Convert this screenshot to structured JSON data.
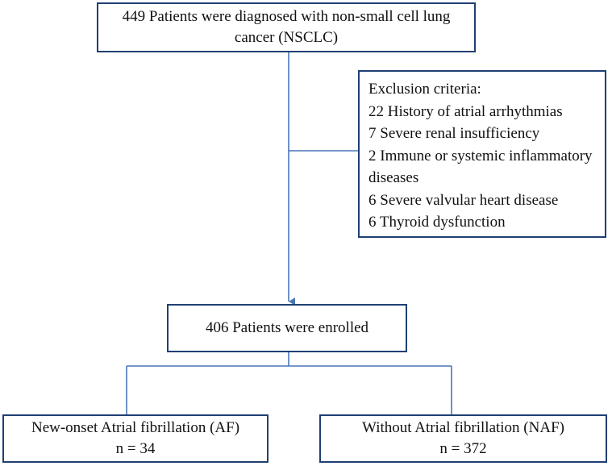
{
  "diagram": {
    "top_box": {
      "line1": "449 Patients were diagnosed with non-small cell lung",
      "line2": "cancer (NSCLC)"
    },
    "exclusion_box": {
      "lines": [
        "Exclusion criteria:",
        "22 History of atrial arrhythmias",
        "7 Severe renal insufficiency",
        "2 Immune or systemic inflammatory",
        "diseases",
        "6 Severe valvular heart disease",
        "6 Thyroid dysfunction"
      ]
    },
    "enrolled_box": {
      "text": "406 Patients were enrolled"
    },
    "af_box": {
      "line1": "New-onset Atrial fibrillation (AF)",
      "line2": "n = 34"
    },
    "naf_box": {
      "line1": "Without Atrial fibrillation (NAF)",
      "line2": "n = 372"
    },
    "colors": {
      "border": "#1f3f73",
      "connector": "#4a76b8",
      "text": "#111111"
    }
  }
}
